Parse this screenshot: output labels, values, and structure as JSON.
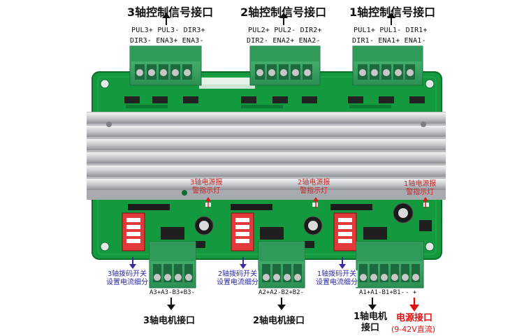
{
  "axis_titles": {
    "axis3": "3轴控制信号接口",
    "axis2": "2轴控制信号接口",
    "axis1": "1轴控制信号接口"
  },
  "control_pins": {
    "axis3_row1": "PUL3+ PUL3- DIR3+",
    "axis3_row2": "DIR3- ENA3+ ENA3-",
    "axis2_row1": "PUL2+ PUL2- DIR2+",
    "axis2_row2": "DIR2- ENA2+ ENA2-",
    "axis1_row1": "PUL1+ PUL1- DIR1+",
    "axis1_row2": "DIR1- ENA1+ ENA1-"
  },
  "alarm_labels": {
    "axis3": [
      "3轴电源报",
      "警指示灯"
    ],
    "axis2": [
      "2轴电源报",
      "警指示灯"
    ],
    "axis1": [
      "1轴电源报",
      "警指示灯"
    ]
  },
  "dip_labels": {
    "axis3": [
      "3轴拨码开关",
      "设置电流细分"
    ],
    "axis2": [
      "2轴拨码开关",
      "设置电流细分"
    ],
    "axis1": [
      "1轴拨码开关",
      "设置电流细分"
    ]
  },
  "motor_pins": {
    "axis3": "A3+A3-B3+B3-",
    "axis2": "A2+A2-B2+B2-",
    "axis1": "A1+A1-B1+B1-"
  },
  "power_pins": "-  +",
  "motor_titles": {
    "axis3": "3轴电机接口",
    "axis2": "2轴电机接口",
    "axis1": [
      "1轴电机",
      "接口"
    ]
  },
  "power": {
    "title": "电源接口",
    "spec": "(9-42V直流)"
  },
  "colors": {
    "pcb": "#169a3f",
    "terminal": "#3fae6a",
    "heatsink": "#c9ccd0",
    "alarm_text": "#d02020",
    "dip_text": "#2a2aa0",
    "power_text": "#e01010"
  }
}
